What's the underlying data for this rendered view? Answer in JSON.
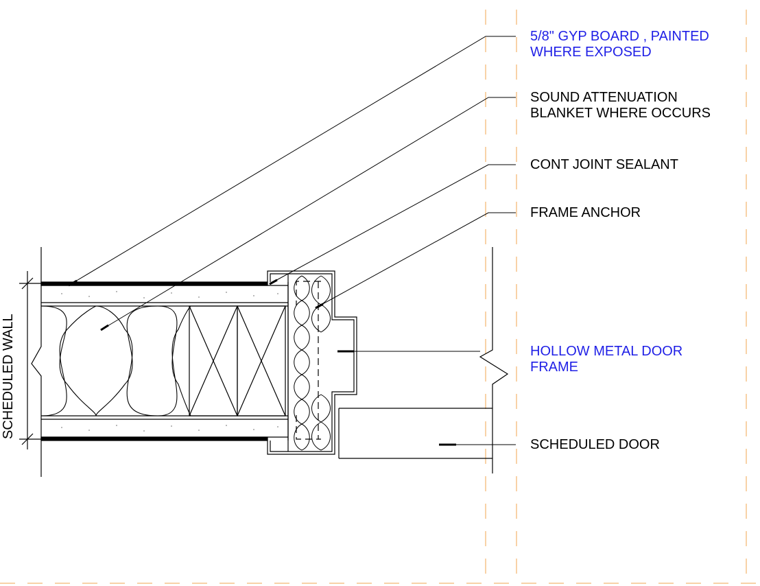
{
  "wall_label": "SCHEDULED WALL",
  "notes": {
    "gyp_board": {
      "line1": "5/8\" GYP BOARD , PAINTED",
      "line2": "WHERE EXPOSED",
      "color": "#1f1fe6"
    },
    "sound_blanket": {
      "line1": "SOUND ATTENUATION",
      "line2": "BLANKET WHERE OCCURS",
      "color": "#000000"
    },
    "sealant": {
      "line1": "CONT JOINT SEALANT",
      "color": "#000000"
    },
    "anchor": {
      "line1": "FRAME ANCHOR",
      "color": "#000000"
    },
    "frame": {
      "line1": "HOLLOW METAL DOOR",
      "line2": "FRAME",
      "color": "#1f1fe6"
    },
    "door": {
      "line1": "SCHEDULED DOOR",
      "color": "#000000"
    }
  },
  "colors": {
    "linework": "#000000",
    "guide_lines": "#f5c48a",
    "concrete_speckle": "#8a8a8a"
  }
}
